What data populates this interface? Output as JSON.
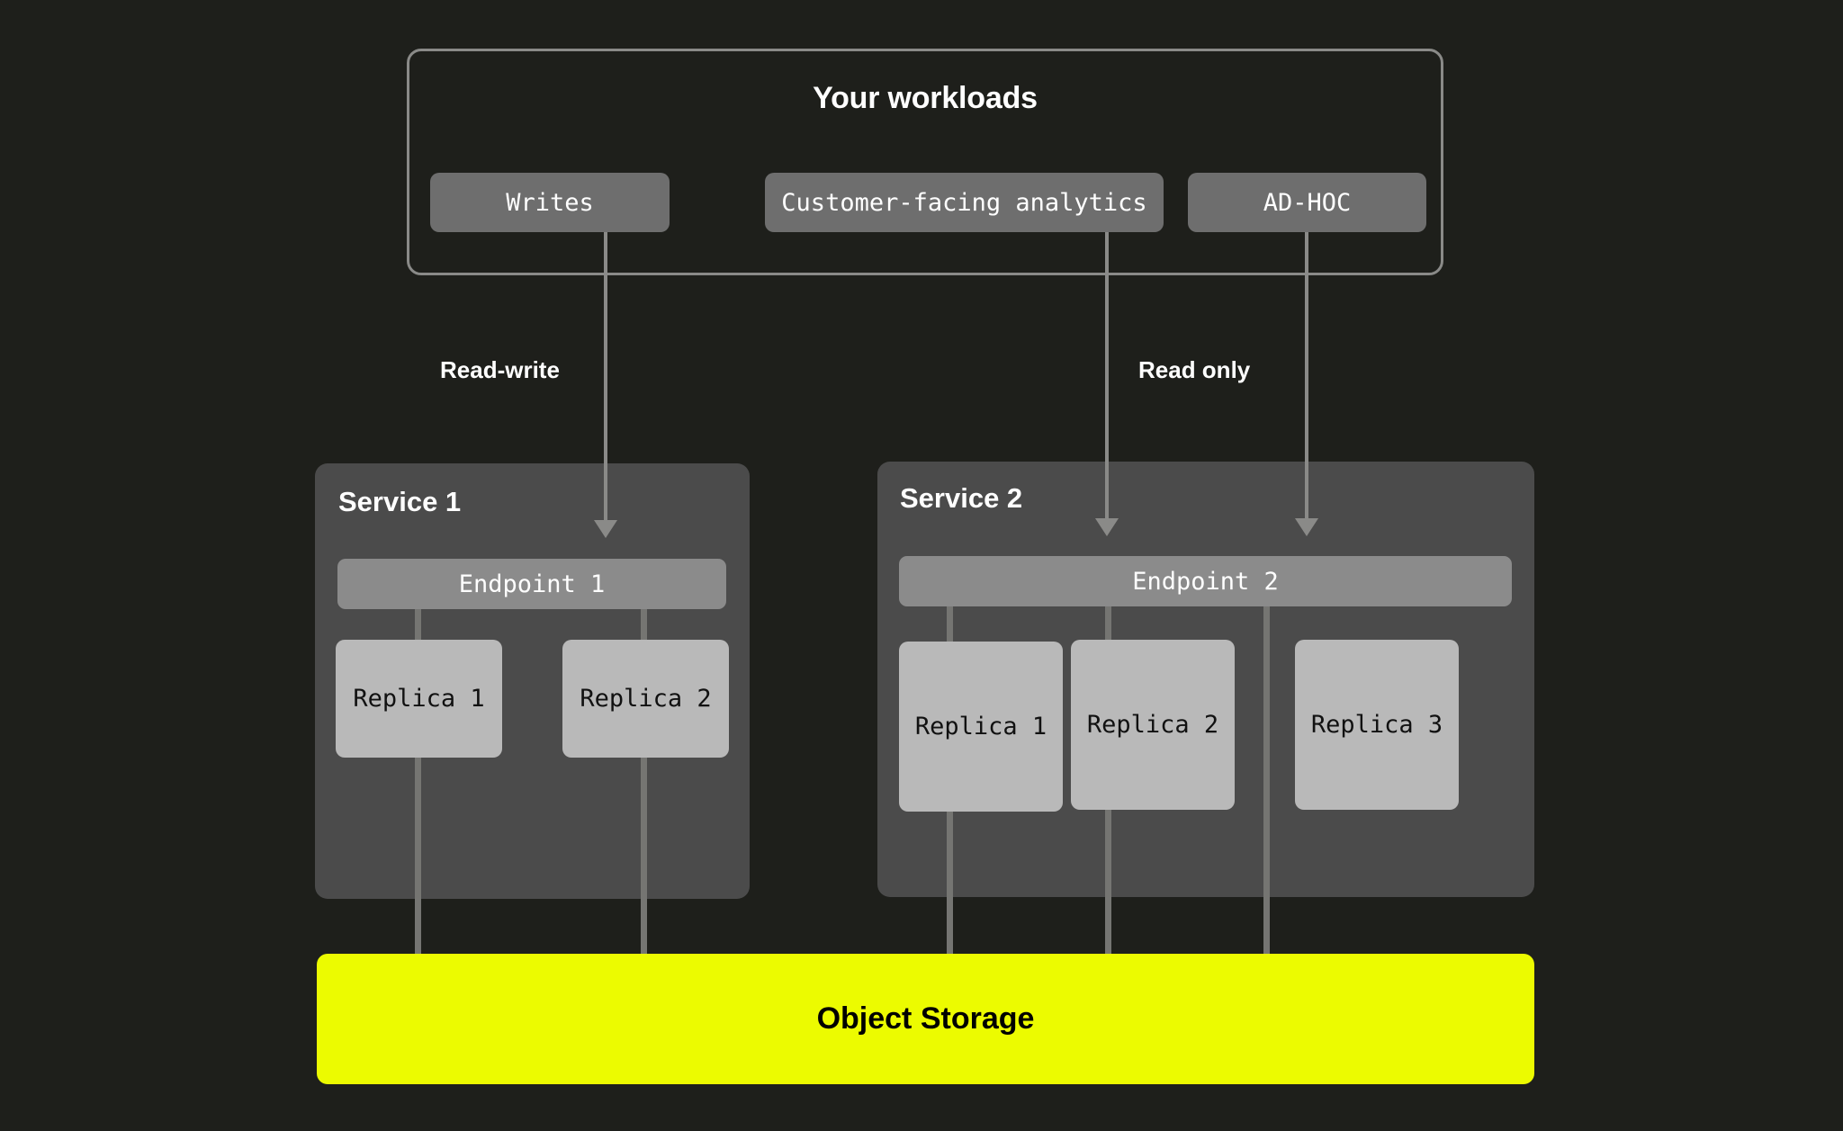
{
  "diagram": {
    "title": "Your workloads",
    "workloads": [
      {
        "id": "writes",
        "label": "Writes"
      },
      {
        "id": "customer-facing-analytics",
        "label": "Customer-facing analytics"
      },
      {
        "id": "ad-hoc",
        "label": "AD-HOC"
      }
    ],
    "flow_labels": {
      "read_write": "Read-write",
      "read_only": "Read only"
    },
    "services": [
      {
        "id": "service-1",
        "title": "Service 1",
        "endpoint": "Endpoint 1",
        "replicas": [
          "Replica 1",
          "Replica 2"
        ]
      },
      {
        "id": "service-2",
        "title": "Service 2",
        "endpoint": "Endpoint 2",
        "replicas": [
          "Replica 1",
          "Replica 2",
          "Replica 3"
        ]
      }
    ],
    "storage": {
      "label": "Object Storage"
    },
    "colors": {
      "background": "#1e1f1b",
      "panel": "#4b4b4b",
      "chip": "#6e6e6e",
      "endpoint": "#8b8b8b",
      "replica": "#b9b9b9",
      "connector": "#8a8a88",
      "storage_accent": "#ecfb00",
      "text_light": "#ffffff",
      "text_dark": "#000000"
    },
    "connections": [
      {
        "from": "writes",
        "to": "service-1.endpoint",
        "kind": "read-write",
        "arrow": true
      },
      {
        "from": "customer-facing-analytics",
        "to": "service-2.endpoint",
        "kind": "read-only",
        "arrow": true
      },
      {
        "from": "ad-hoc",
        "to": "service-2.endpoint",
        "kind": "read-only",
        "arrow": true
      },
      {
        "from": "service-1.endpoint",
        "to": "object-storage",
        "arrow": false
      },
      {
        "from": "service-2.endpoint",
        "to": "object-storage",
        "arrow": false
      }
    ]
  }
}
